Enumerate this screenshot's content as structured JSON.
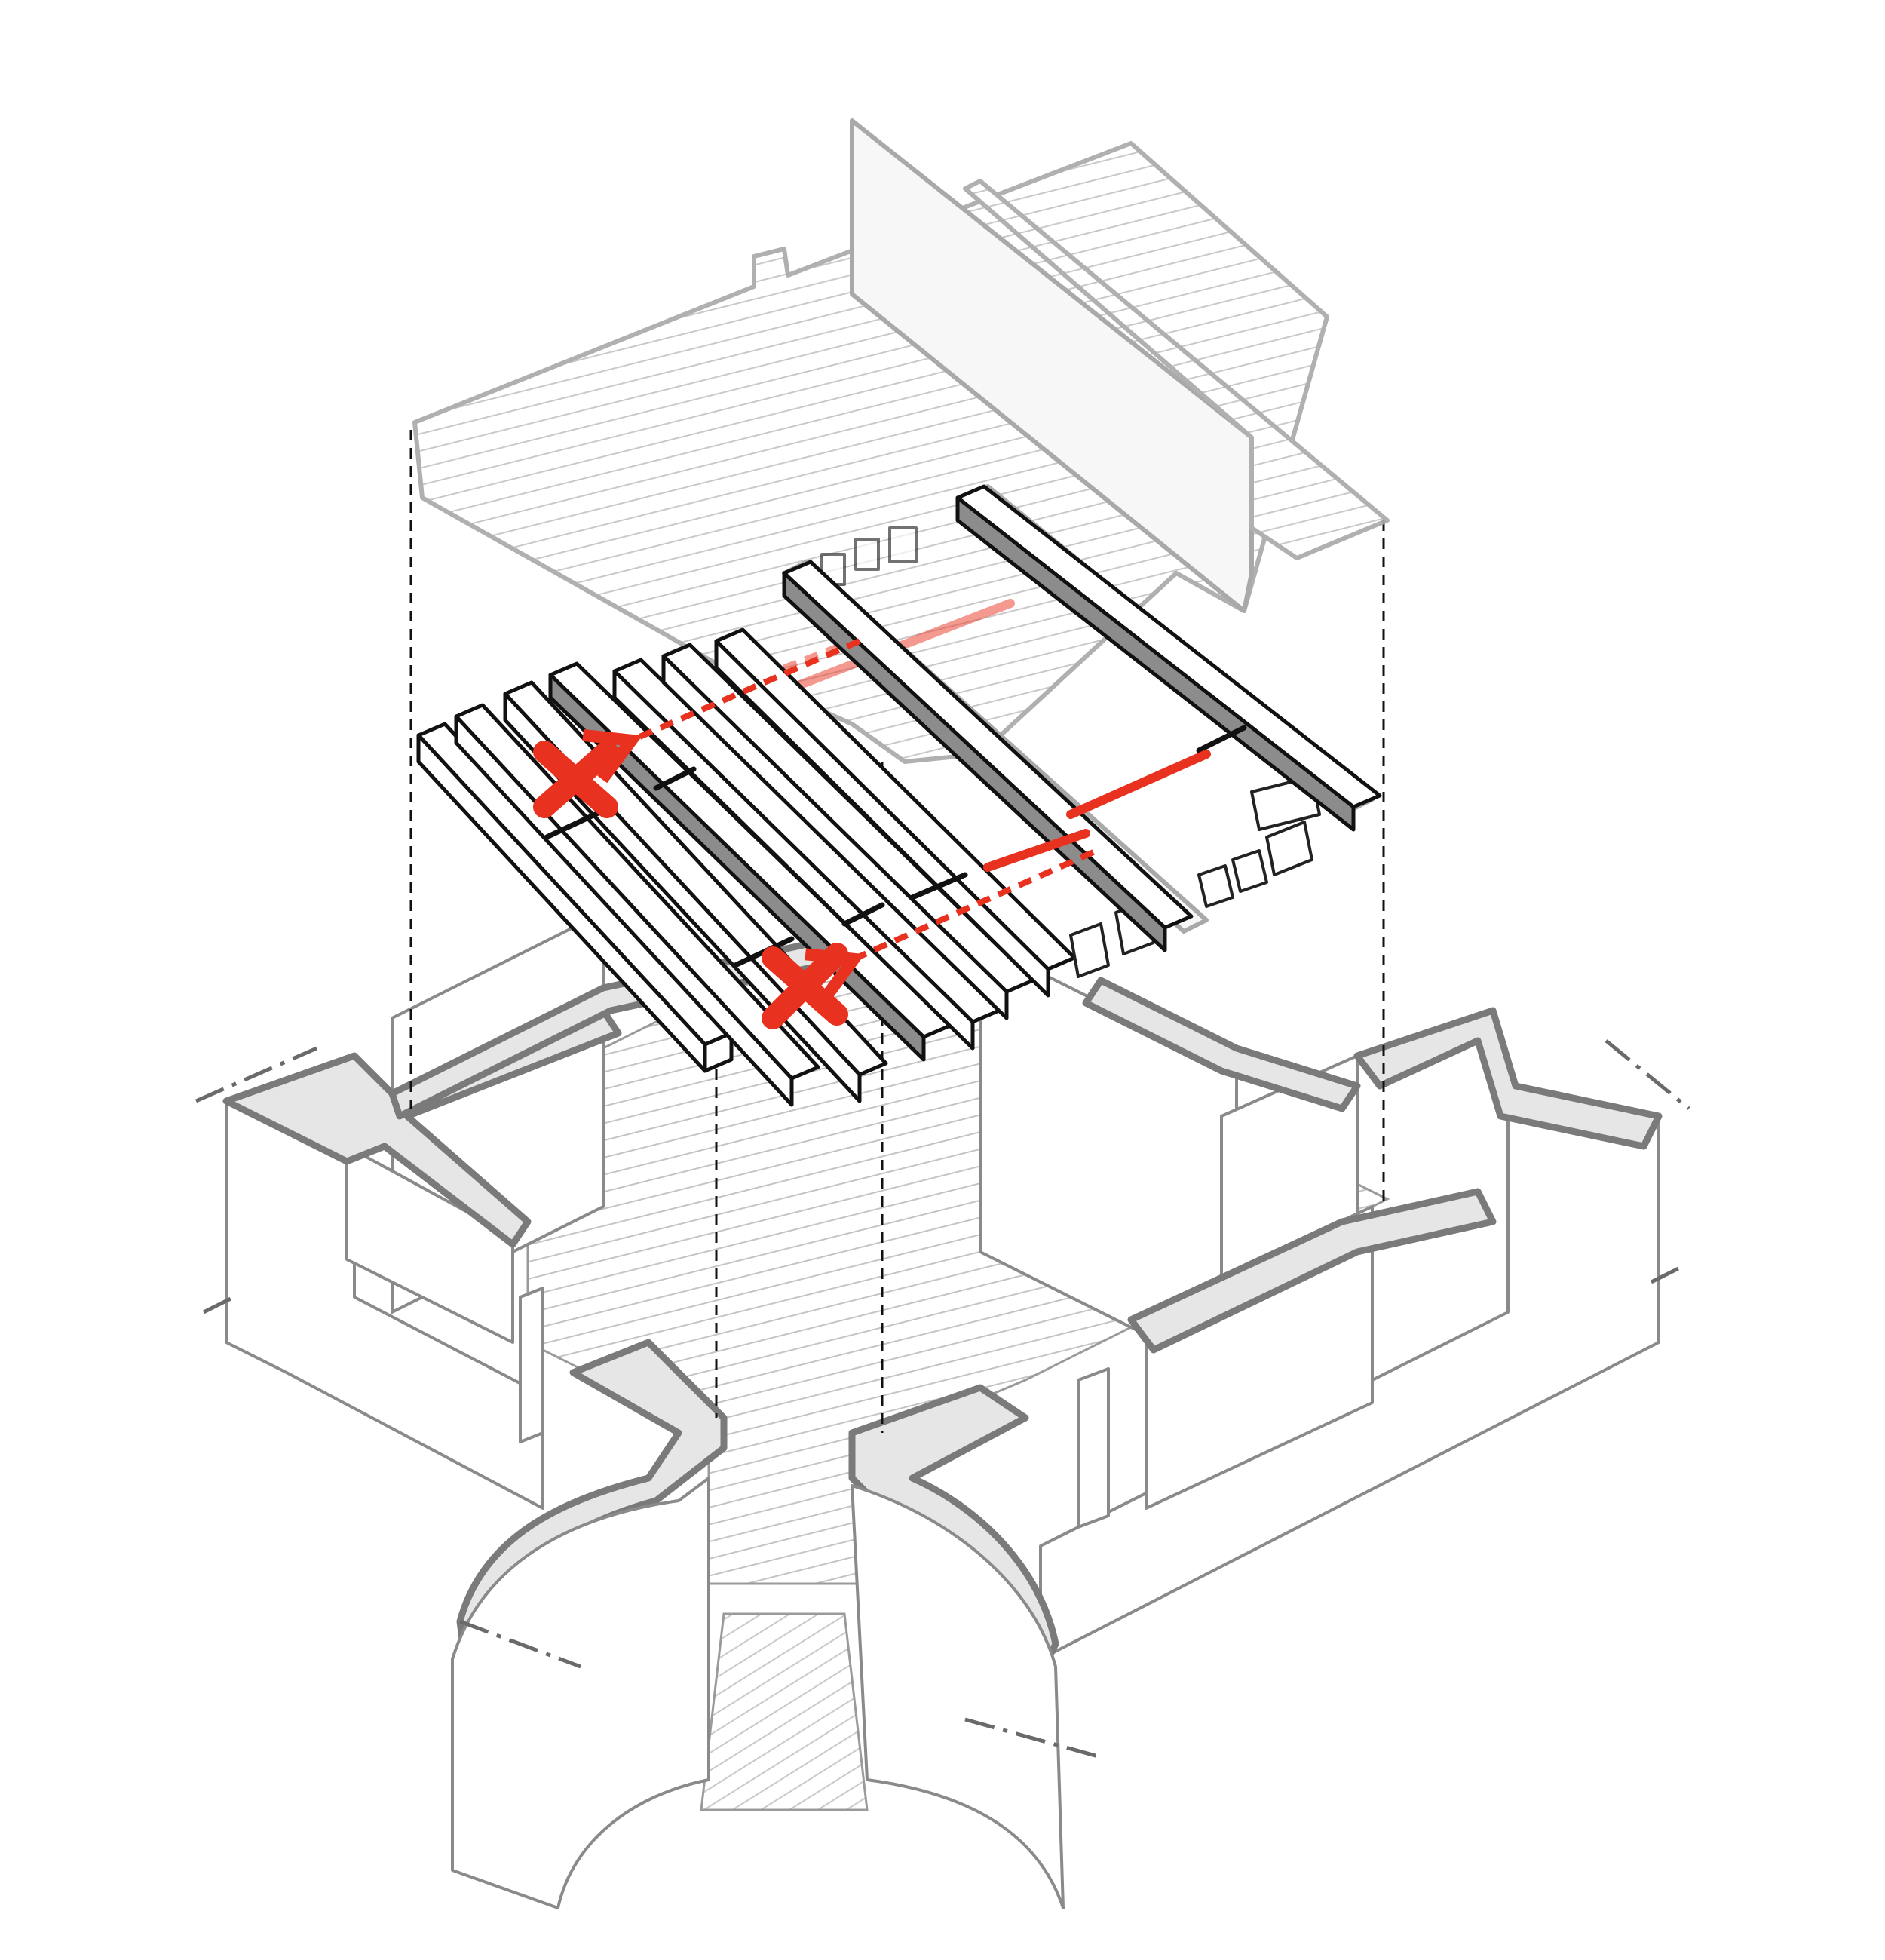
{
  "diagram": {
    "style": "hand-drawn exploded axonometric",
    "elements": [
      "upper-floor-slab",
      "floor-joists",
      "steel-beams",
      "bearing-blocks",
      "lower-walls",
      "entrance-stair",
      "removal-marks"
    ],
    "removal_marks": 2,
    "colors": {
      "linework": "#111111",
      "walls": "#8a8a8a",
      "wall_top_fill": "#e6e6e6",
      "steel": "#8c8c8c",
      "highlight": "#e8311e"
    }
  }
}
